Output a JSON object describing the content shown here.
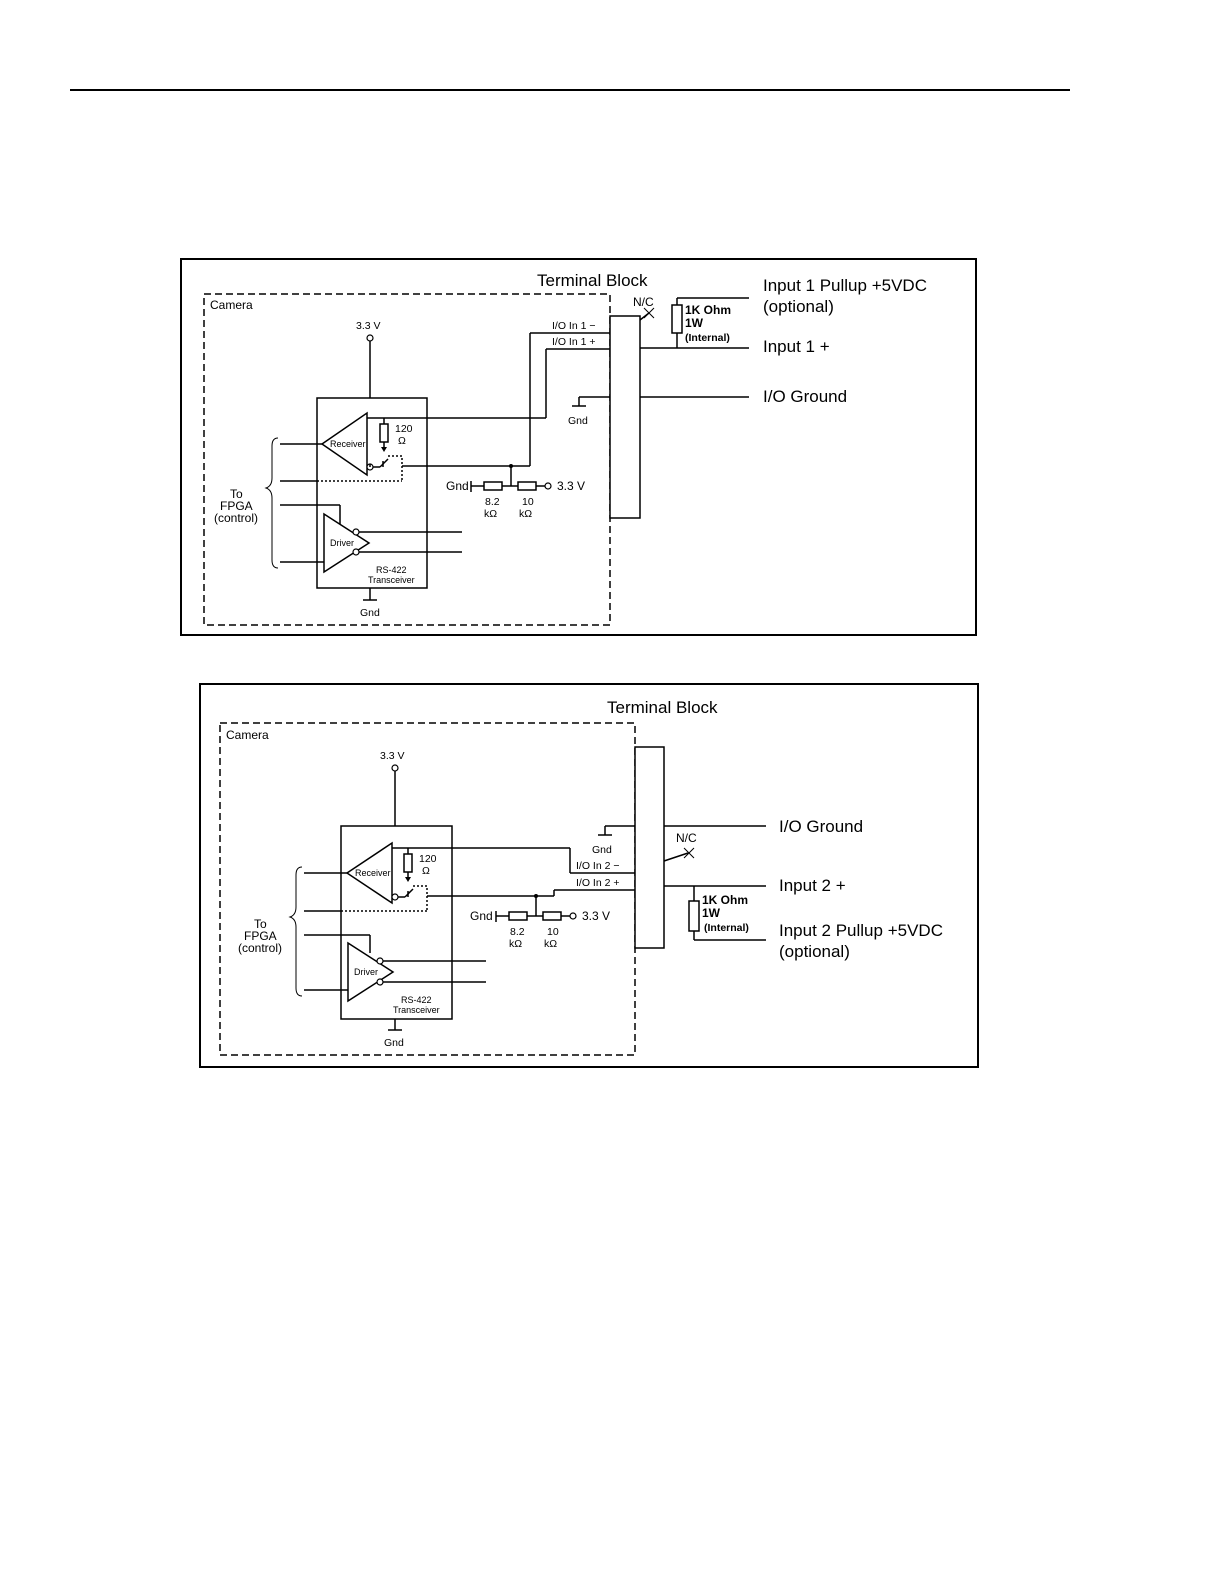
{
  "diagram1": {
    "terminal_block": "Terminal Block",
    "camera": "Camera",
    "vcc": "3.3 V",
    "nc": "N/C",
    "io_minus": "I/O In 1 −",
    "io_plus": "I/O In 1 +",
    "gnd_term": "Gnd",
    "resistor_1k_line1": "1K Ohm",
    "resistor_1k_line2": "1W",
    "resistor_1k_line3": "(Internal)",
    "input_pullup": "Input 1 Pullup +5VDC",
    "optional": "(optional)",
    "input_plus": "Input 1  +",
    "io_ground": "I/O Ground",
    "r120_value": "120",
    "r120_unit": "Ω",
    "receiver": "Receiver",
    "driver": "Driver",
    "to": "To",
    "fpga": "FPGA",
    "control": "(control)",
    "gnd_bias": "Gnd",
    "r82_value": "8.2",
    "r82_unit": "kΩ",
    "r10_value": "10",
    "r10_unit": "kΩ",
    "vcc_bias": "3.3 V",
    "transceiver_line1": "RS-422",
    "transceiver_line2": "Transceiver",
    "gnd_bottom": "Gnd"
  },
  "diagram2": {
    "terminal_block": "Terminal Block",
    "camera": "Camera",
    "vcc": "3.3 V",
    "io_ground": "I/O Ground",
    "gnd_term": "Gnd",
    "nc": "N/C",
    "io_minus": "I/O In 2 −",
    "io_plus": "I/O In 2 +",
    "input_plus": "Input 2 +",
    "resistor_1k_line1": "1K Ohm",
    "resistor_1k_line2": "1W",
    "resistor_1k_line3": "(Internal)",
    "input_pullup": "Input 2 Pullup +5VDC",
    "optional": "(optional)",
    "r120_value": "120",
    "r120_unit": "Ω",
    "receiver": "Receiver",
    "driver": "Driver",
    "to": "To",
    "fpga": "FPGA",
    "control": "(control)",
    "gnd_bias": "Gnd",
    "r82_value": "8.2",
    "r82_unit": "kΩ",
    "r10_value": "10",
    "r10_unit": "kΩ",
    "vcc_bias": "3.3 V",
    "transceiver_line1": "RS-422",
    "transceiver_line2": "Transceiver",
    "gnd_bottom": "Gnd"
  }
}
